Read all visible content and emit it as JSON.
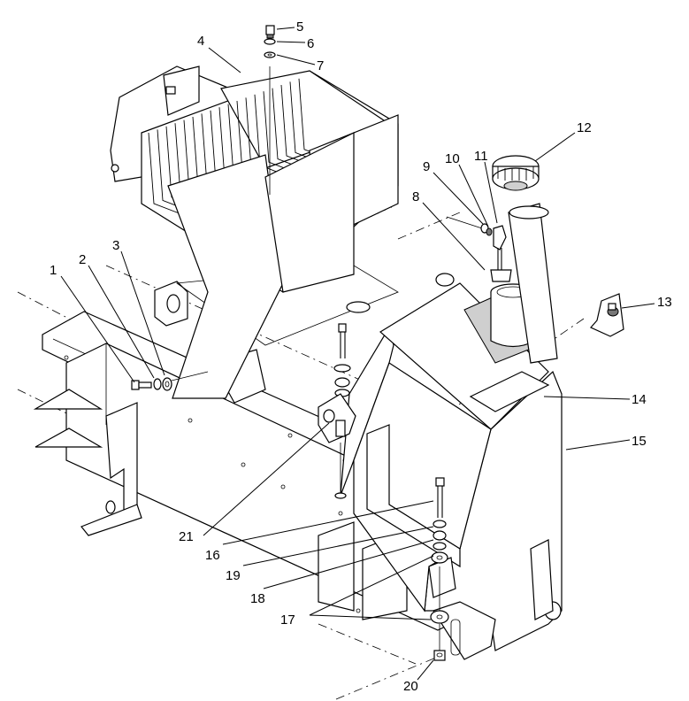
{
  "callouts": [
    "1",
    "2",
    "3",
    "4",
    "5",
    "6",
    "7",
    "8",
    "9",
    "10",
    "11",
    "12",
    "13",
    "14",
    "15",
    "16",
    "17",
    "18",
    "19",
    "20",
    "21"
  ]
}
